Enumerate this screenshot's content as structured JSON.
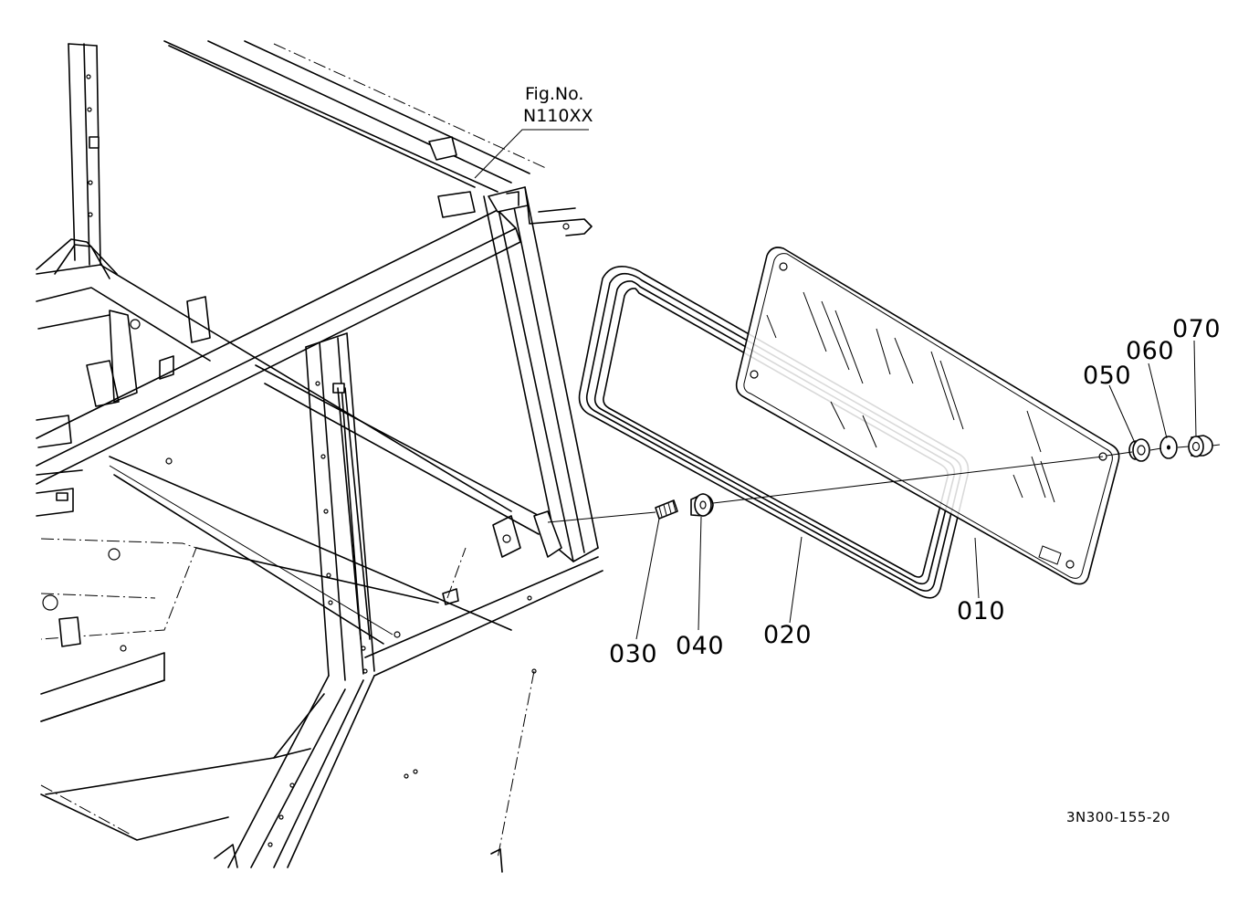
{
  "figure_reference": {
    "line1": "Fig.No.",
    "line2": "N110XX"
  },
  "parts": [
    {
      "id": "p010",
      "label": "010"
    },
    {
      "id": "p020",
      "label": "020"
    },
    {
      "id": "p030",
      "label": "030"
    },
    {
      "id": "p040",
      "label": "040"
    },
    {
      "id": "p050",
      "label": "050"
    },
    {
      "id": "p060",
      "label": "060"
    },
    {
      "id": "p070",
      "label": "070"
    }
  ],
  "drawing_number": "3N300-155-20",
  "colors": {
    "ink": "#000000",
    "paper": "#ffffff"
  }
}
